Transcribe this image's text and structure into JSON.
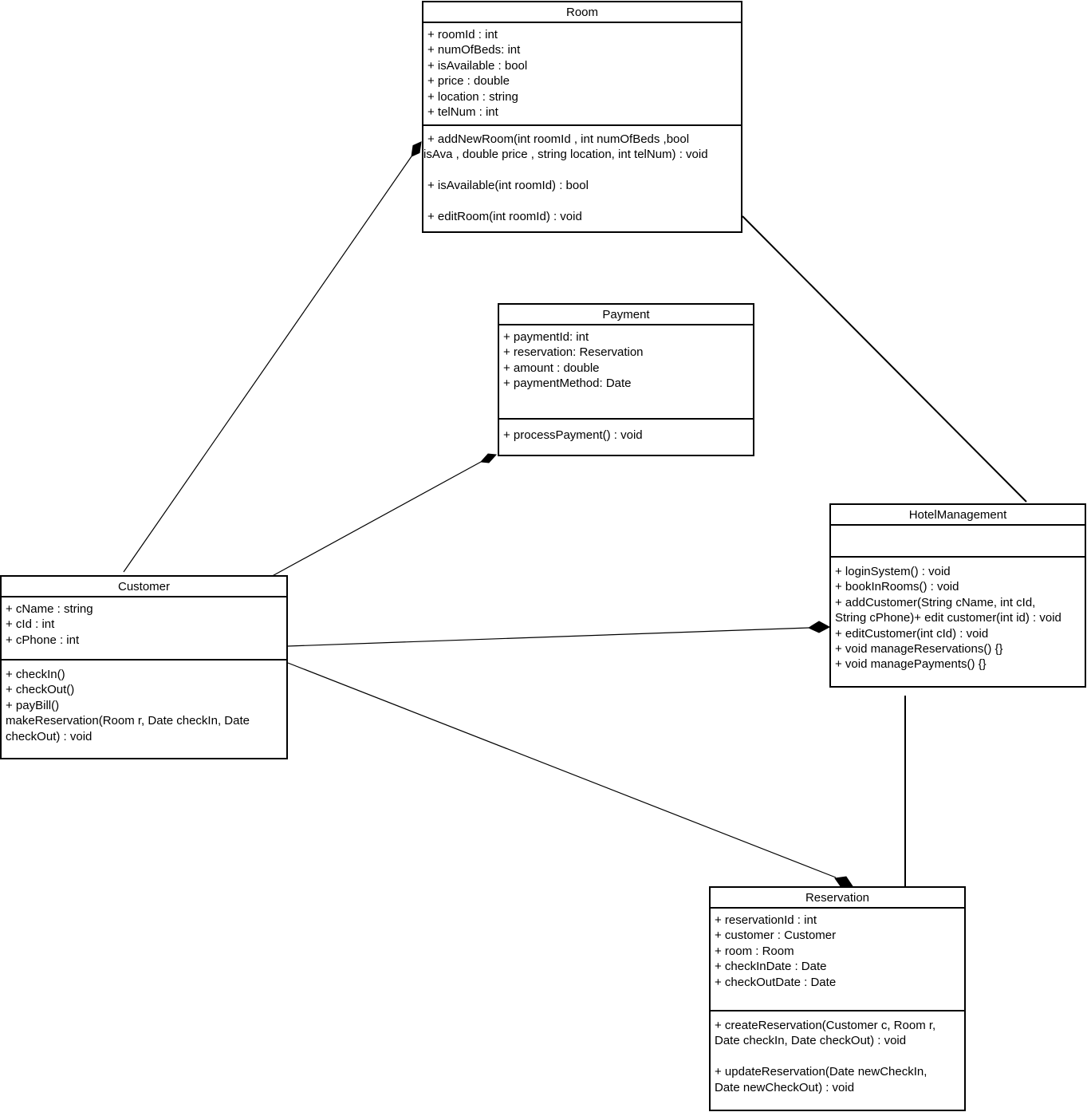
{
  "classes": {
    "room": {
      "name": "Room",
      "attributes": [
        "+ roomId : int",
        "+ numOfBeds: int",
        "+ isAvailable : bool",
        "+ price : double",
        "+ location : string",
        "+ telNum : int"
      ],
      "operations": {
        "add_new_room_1": "+ addNewRoom(int roomId , int numOfBeds ,bool",
        "add_new_room_2": "isAva , double price , string location, int telNum) : void",
        "is_available": "+ isAvailable(int roomId) : bool",
        "edit_room": "+ editRoom(int roomId) : void"
      }
    },
    "payment": {
      "name": "Payment",
      "attributes": [
        "+ paymentId: int",
        "+ reservation: Reservation",
        "+ amount : double",
        "+ paymentMethod: Date"
      ],
      "operations": [
        "+ processPayment() : void"
      ]
    },
    "hotel_management": {
      "name": "HotelManagement",
      "attributes": [],
      "operations": [
        "+ loginSystem() : void",
        "+ bookInRooms() : void",
        "+ addCustomer(String cName, int cId,",
        "String cPhone)+ edit customer(int id) : void",
        "+ editCustomer(int cId) : void",
        "+ void manageReservations() {}",
        "+ void managePayments() {}"
      ]
    },
    "customer": {
      "name": "Customer",
      "attributes": [
        "+ cName : string",
        "+ cId : int",
        "+ cPhone : int"
      ],
      "operations": [
        "+ checkIn()",
        "+ checkOut()",
        "+ payBill()",
        "makeReservation(Room r, Date checkIn, Date",
        "checkOut) : void"
      ]
    },
    "reservation": {
      "name": "Reservation",
      "attributes": [
        "+ reservationId : int",
        "+ customer : Customer",
        "+ room : Room",
        "+ checkInDate : Date",
        "+ checkOutDate : Date"
      ],
      "operations": {
        "create_1": "+ createReservation(Customer c, Room r,",
        "create_2": "Date checkIn, Date checkOut) : void",
        "update_1": "+ updateReservation(Date newCheckIn,",
        "update_2": "Date newCheckOut) : void"
      }
    }
  }
}
